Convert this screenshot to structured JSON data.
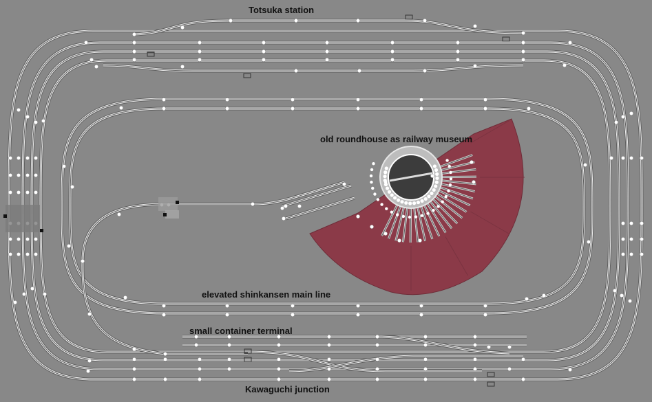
{
  "labels": {
    "station": "Totsuka station",
    "roundhouse": "old roundhouse as railway museum",
    "main_line": "elevated shinkansen main line",
    "container_terminal": "small container terminal",
    "junction": "Kawaguchi junction"
  },
  "colors": {
    "background": "#888888",
    "rail": "#f0f0f0",
    "bed": "#5e5e5e",
    "joint": "#ffffff",
    "museum_fan": "#8b3a48",
    "turntable_pit": "#3c3c3c",
    "turntable_rim": "#bdbdbd"
  }
}
